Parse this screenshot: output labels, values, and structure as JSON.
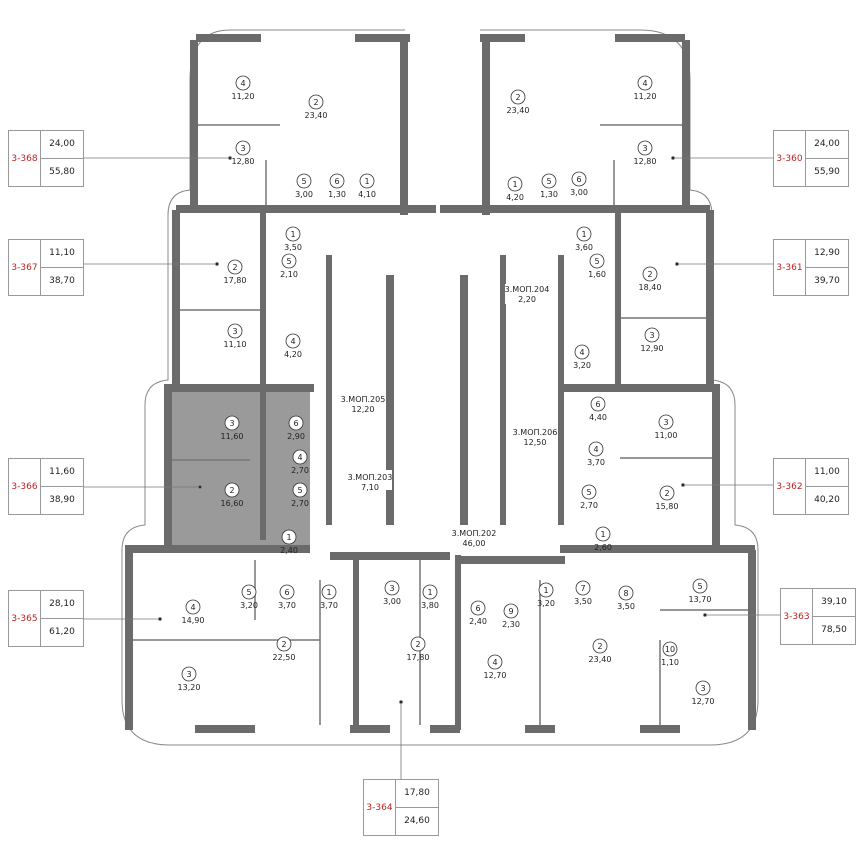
{
  "colors": {
    "wall": "#6b6b6b",
    "highlight": "#9a9a9a",
    "apartment_id": "#b22222",
    "line": "#999999"
  },
  "apartments": [
    {
      "id": "3-368",
      "living_area": "24,00",
      "total_area": "55,80"
    },
    {
      "id": "3-367",
      "living_area": "11,10",
      "total_area": "38,70"
    },
    {
      "id": "3-366",
      "living_area": "11,60",
      "total_area": "38,90"
    },
    {
      "id": "3-365",
      "living_area": "28,10",
      "total_area": "61,20"
    },
    {
      "id": "3-364",
      "living_area": "17,80",
      "total_area": "24,60"
    },
    {
      "id": "3-363",
      "living_area": "39,10",
      "total_area": "78,50"
    },
    {
      "id": "3-362",
      "living_area": "11,00",
      "total_area": "40,20"
    },
    {
      "id": "3-361",
      "living_area": "12,90",
      "total_area": "39,70"
    },
    {
      "id": "3-360",
      "living_area": "24,00",
      "total_area": "55,90"
    }
  ],
  "rooms": [
    {
      "n": "4",
      "a": "11,20"
    },
    {
      "n": "2",
      "a": "23,40"
    },
    {
      "n": "3",
      "a": "12,80"
    },
    {
      "n": "5",
      "a": "3,00"
    },
    {
      "n": "6",
      "a": "1,30"
    },
    {
      "n": "1",
      "a": "4,10"
    },
    {
      "n": "2",
      "a": "23,40"
    },
    {
      "n": "4",
      "a": "11,20"
    },
    {
      "n": "3",
      "a": "12,80"
    },
    {
      "n": "1",
      "a": "4,20"
    },
    {
      "n": "5",
      "a": "1,30"
    },
    {
      "n": "6",
      "a": "3,00"
    },
    {
      "n": "1",
      "a": "3,50"
    },
    {
      "n": "5",
      "a": "2,10"
    },
    {
      "n": "2",
      "a": "17,80"
    },
    {
      "n": "3",
      "a": "11,10"
    },
    {
      "n": "4",
      "a": "4,20"
    },
    {
      "n": "1",
      "a": "3,60"
    },
    {
      "n": "5",
      "a": "1,60"
    },
    {
      "n": "2",
      "a": "18,40"
    },
    {
      "n": "3",
      "a": "12,90"
    },
    {
      "n": "4",
      "a": "3,20"
    },
    {
      "n": "3",
      "a": "11,60"
    },
    {
      "n": "6",
      "a": "2,90"
    },
    {
      "n": "4",
      "a": "2,70"
    },
    {
      "n": "2",
      "a": "16,60"
    },
    {
      "n": "5",
      "a": "2,70"
    },
    {
      "n": "1",
      "a": "2,40"
    },
    {
      "n": "6",
      "a": "4,40"
    },
    {
      "n": "3",
      "a": "11,00"
    },
    {
      "n": "4",
      "a": "3,70"
    },
    {
      "n": "2",
      "a": "15,80"
    },
    {
      "n": "5",
      "a": "2,70"
    },
    {
      "n": "1",
      "a": "2,60"
    },
    {
      "n": "5",
      "a": "3,20"
    },
    {
      "n": "6",
      "a": "3,70"
    },
    {
      "n": "1",
      "a": "3,70"
    },
    {
      "n": "4",
      "a": "14,90"
    },
    {
      "n": "2",
      "a": "22,50"
    },
    {
      "n": "3",
      "a": "13,20"
    },
    {
      "n": "3",
      "a": "3,00"
    },
    {
      "n": "1",
      "a": "3,80"
    },
    {
      "n": "2",
      "a": "17,80"
    },
    {
      "n": "6",
      "a": "2,40"
    },
    {
      "n": "9",
      "a": "2,30"
    },
    {
      "n": "4",
      "a": "12,70"
    },
    {
      "n": "1",
      "a": "3,20"
    },
    {
      "n": "7",
      "a": "3,50"
    },
    {
      "n": "8",
      "a": "3,50"
    },
    {
      "n": "5",
      "a": "13,70"
    },
    {
      "n": "2",
      "a": "23,40"
    },
    {
      "n": "10",
      "a": "1,10"
    },
    {
      "n": "3",
      "a": "12,70"
    }
  ],
  "common_areas": [
    {
      "id": "3.МОП.204",
      "a": "2,20"
    },
    {
      "id": "3.МОП.205",
      "a": "12,20"
    },
    {
      "id": "3.МОП.206",
      "a": "12,50"
    },
    {
      "id": "3.МОП.203",
      "a": "7,10"
    },
    {
      "id": "3.МОП.202",
      "a": "46,00"
    }
  ]
}
